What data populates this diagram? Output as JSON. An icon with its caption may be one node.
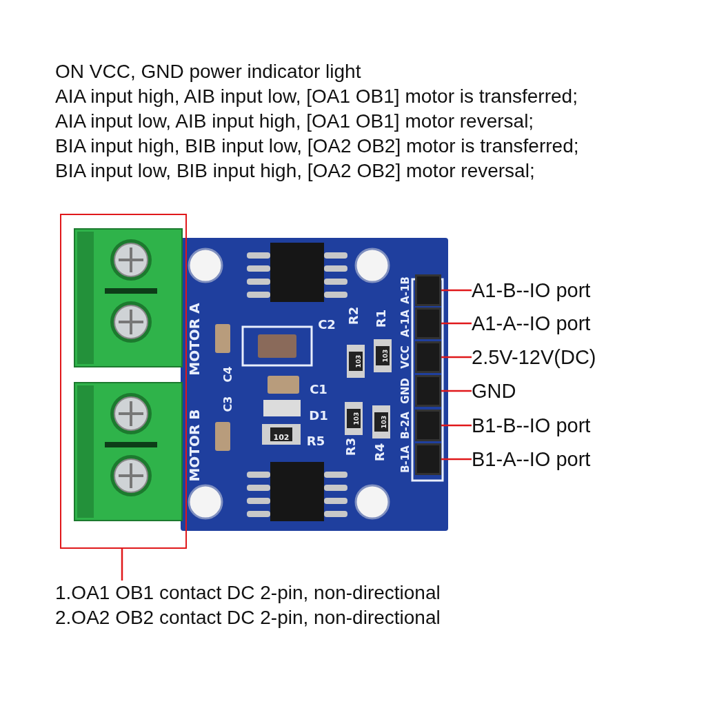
{
  "diagram": {
    "nodes": [
      {
        "text": [],
        "shape": "box"
      },
      {
        "text": [
          "1.OA1 OB1 contact DC 2-pin, non-directional",
          "2.OA2 OB2 contact DC 2-pin, non-directional"
        ]
      },
      {
        "text": [
          "A1-B--IO port"
        ]
      },
      {
        "text": [
          "A1-A--IO port"
        ]
      },
      {
        "text": [
          "2.5V-12V(DC)"
        ]
      },
      {
        "text": [
          "GND"
        ]
      },
      {
        "text": [
          "B1-B--IO port"
        ]
      },
      {
        "text": [
          "B1-A--IO port"
        ]
      },
      {
        "text": [],
        "shape": "box"
      },
      {
        "text": [],
        "shape": "box"
      },
      {
        "text": [],
        "shape": "box"
      },
      {
        "text": [],
        "shape": "box"
      },
      {
        "text": [],
        "shape": "box"
      },
      {
        "text": [],
        "shape": "box"
      }
    ],
    "edges": [
      {
        "from": 1,
        "to": 0,
        "arrow": "none"
      },
      {
        "from": 2,
        "to": 8,
        "arrow": "none"
      },
      {
        "from": 3,
        "to": 9,
        "arrow": "none"
      },
      {
        "from": 4,
        "to": 10,
        "arrow": "none"
      },
      {
        "from": 5,
        "to": 11,
        "arrow": "none"
      },
      {
        "from": 6,
        "to": 12,
        "arrow": "none"
      },
      {
        "from": 7,
        "to": 13,
        "arrow": "none"
      }
    ],
    "labels": [
      "ON VCC, GND power indicator light",
      "AIA input high, AIB input low, [OA1 OB1] motor is transferred;",
      "AIA input low, AIB input high, [OA1 OB1] motor reversal;",
      "BIA input high, BIB input low, [OA2 OB2] motor is transferred;",
      "BIA input low, BIB input high, [OA2 OB2] motor reversal;",
      "MOTOR A",
      "MOTOR B",
      "C4",
      "C3",
      "C2",
      "R2",
      "R1",
      "C1",
      "D1",
      "R5",
      "R3",
      "R4",
      "103",
      "103",
      "102",
      "103",
      "103",
      "A-1B",
      "A-1A",
      "VCC",
      "GND",
      "B-2A",
      "B-1A"
    ]
  }
}
